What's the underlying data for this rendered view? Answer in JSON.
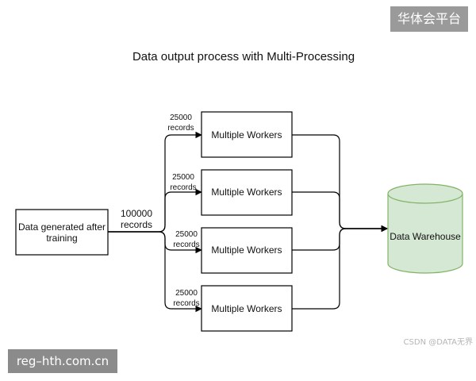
{
  "title": "Data output process with Multi-Processing",
  "source": {
    "line1": "Data generated after",
    "line2": "training"
  },
  "input_flow": {
    "line1": "100000",
    "line2": "records"
  },
  "workers": [
    {
      "label": "Multiple Workers",
      "flow_line1": "25000",
      "flow_line2": "records"
    },
    {
      "label": "Multiple Workers",
      "flow_line1": "25000",
      "flow_line2": "records"
    },
    {
      "label": "Multiple Workers",
      "flow_line1": "25000",
      "flow_line2": "records"
    },
    {
      "label": "Multiple Workers",
      "flow_line1": "25000",
      "flow_line2": "records"
    }
  ],
  "sink": {
    "label": "Data Warehouse"
  },
  "watermarks": {
    "top_right": "华体会平台",
    "bottom_left": "reg–hth.com.cn",
    "csdn": "CSDN @DATA无界"
  },
  "colors": {
    "line": "#000000",
    "box_fill": "#ffffff",
    "db_fill": "#d5e8d4",
    "db_stroke": "#82b366"
  }
}
